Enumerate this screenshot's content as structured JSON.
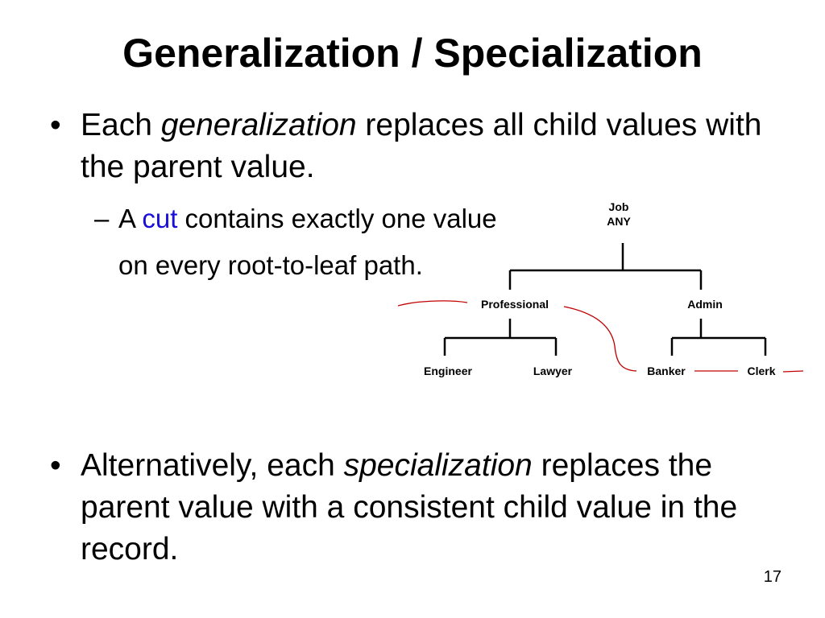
{
  "slide": {
    "title": "Generalization / Specialization",
    "page_number": "17"
  },
  "bullets": [
    {
      "marker": "•",
      "before": "Each ",
      "emphasis": "generalization",
      "after": " replaces all child values with the parent value."
    },
    {
      "marker": "•",
      "before": "Alternatively, each ",
      "emphasis": "specialization",
      "after": " replaces the parent value with a consistent child value in the record."
    }
  ],
  "sub_bullet": {
    "marker": "–",
    "before": "A ",
    "highlight": "cut",
    "after": " contains exactly one value on every root-to-leaf path.",
    "highlight_color": "#1a0fd6"
  },
  "hierarchy": {
    "root": {
      "line1": "Job",
      "line2": "ANY"
    },
    "level1": [
      "Professional",
      "Admin"
    ],
    "leaves": [
      "Engineer",
      "Lawyer",
      "Banker",
      "Clerk"
    ],
    "line_color": "#000000",
    "cut_color": "#c00000"
  }
}
